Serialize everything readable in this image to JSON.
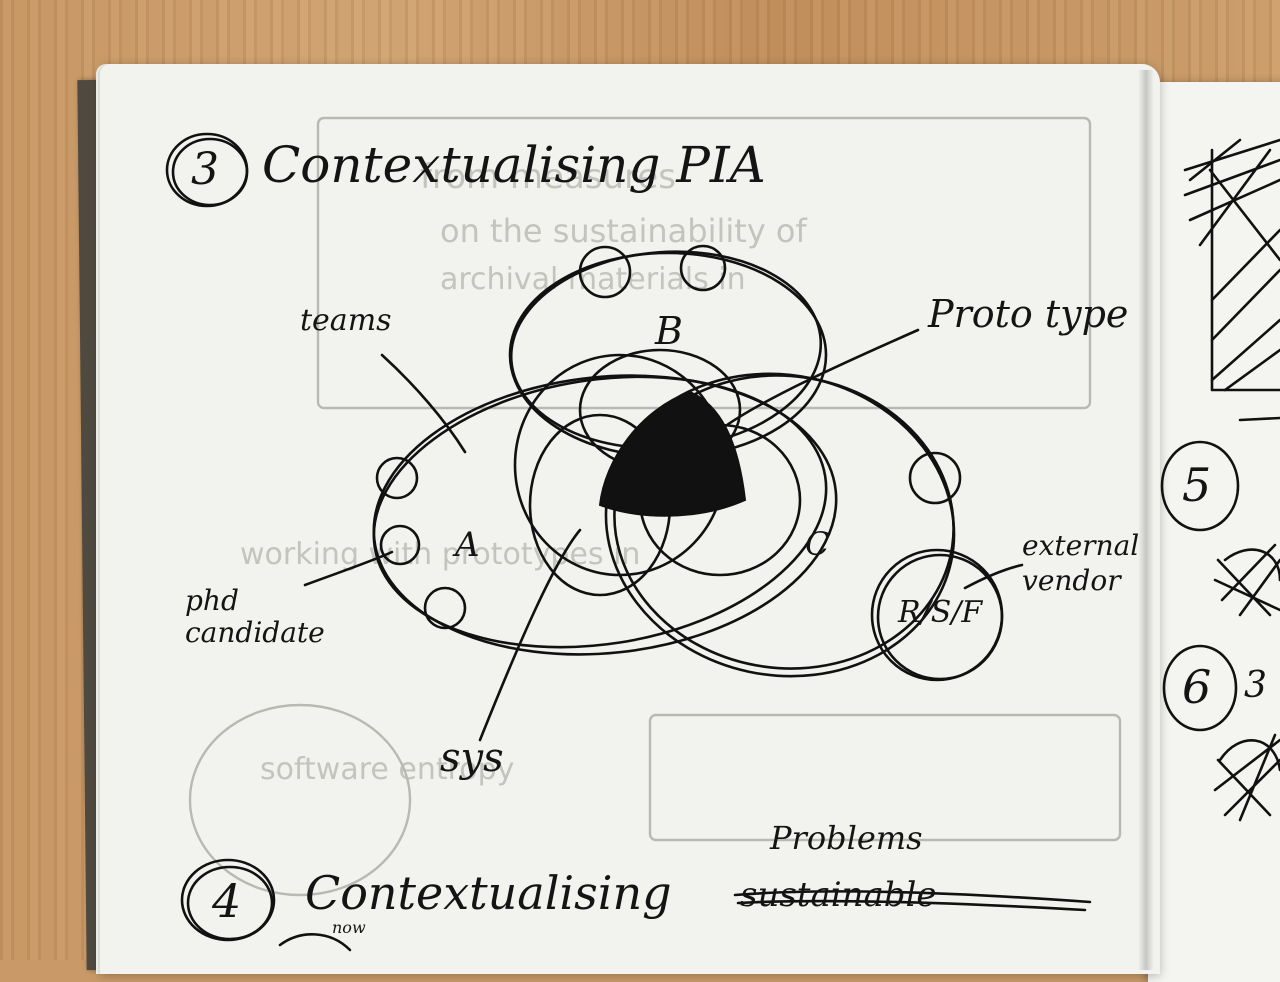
{
  "notebook": {
    "section3": {
      "number": "3",
      "title": "Contextualising PIA"
    },
    "diagram": {
      "label_top": "B",
      "label_left": "A",
      "label_right": "C",
      "annotation_teams": "teams",
      "annotation_prototypes": "Proto type",
      "annotation_phd": "phd candidate",
      "annotation_external": "external vendor",
      "annotation_rsf": "R/S/F",
      "annotation_sys": "sys"
    },
    "section4": {
      "number": "4",
      "title": "Contextualising",
      "struck_word": "sustainable",
      "inserted_word": "Problems",
      "small_word": "now"
    },
    "right_page": {
      "item5": "5",
      "item6": "6",
      "item6_partial": "3"
    }
  }
}
